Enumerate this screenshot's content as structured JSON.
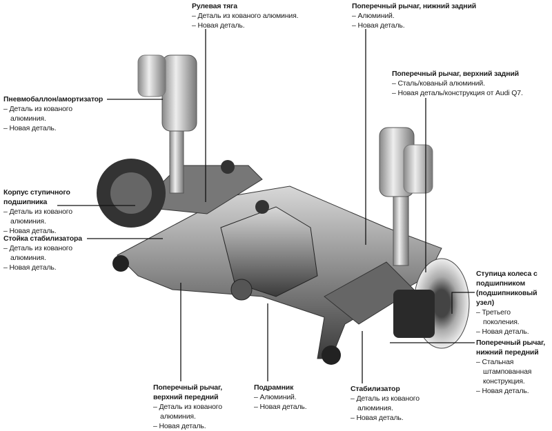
{
  "labels": [
    {
      "title": "Рулевая тяга",
      "items": [
        "Деталь из кованого алюминия.",
        "Новая деталь."
      ]
    },
    {
      "title": "Поперечный рычаг, нижний задний",
      "items": [
        "Алюминий.",
        "Новая деталь."
      ]
    },
    {
      "title": "Поперечный рычаг, верхний задний",
      "items": [
        "Сталь/кованый алюминий.",
        "Новая деталь/конструкция от Audi Q7."
      ]
    },
    {
      "title": "Пневмобаллон/амортизатор",
      "items": [
        "Деталь из кованого алюминия.",
        "Новая деталь."
      ]
    },
    {
      "title": "Корпус ступичного подшипника",
      "items": [
        "Деталь из кованого алюминия.",
        "Новая деталь."
      ]
    },
    {
      "title": "Стойка стабилизатора",
      "items": [
        "Деталь из кованого алюминия.",
        "Новая деталь."
      ]
    },
    {
      "title": "Ступица колеса с подшипником (подшипниковый узел)",
      "items": [
        "Третьего поколения.",
        "Новая деталь."
      ]
    },
    {
      "title": "Поперечный рычаг, нижний передний",
      "items": [
        "Стальная штампованная конструкция.",
        "Новая деталь."
      ]
    },
    {
      "title": "Поперечный рычаг, верхний передний",
      "items": [
        "Деталь из кованого алюминия.",
        "Новая деталь."
      ]
    },
    {
      "title": "Подрамник",
      "items": [
        "Алюминий.",
        "Новая деталь."
      ]
    },
    {
      "title": "Стабилизатор",
      "items": [
        "Деталь из кованого алюминия.",
        "Новая деталь."
      ]
    }
  ]
}
